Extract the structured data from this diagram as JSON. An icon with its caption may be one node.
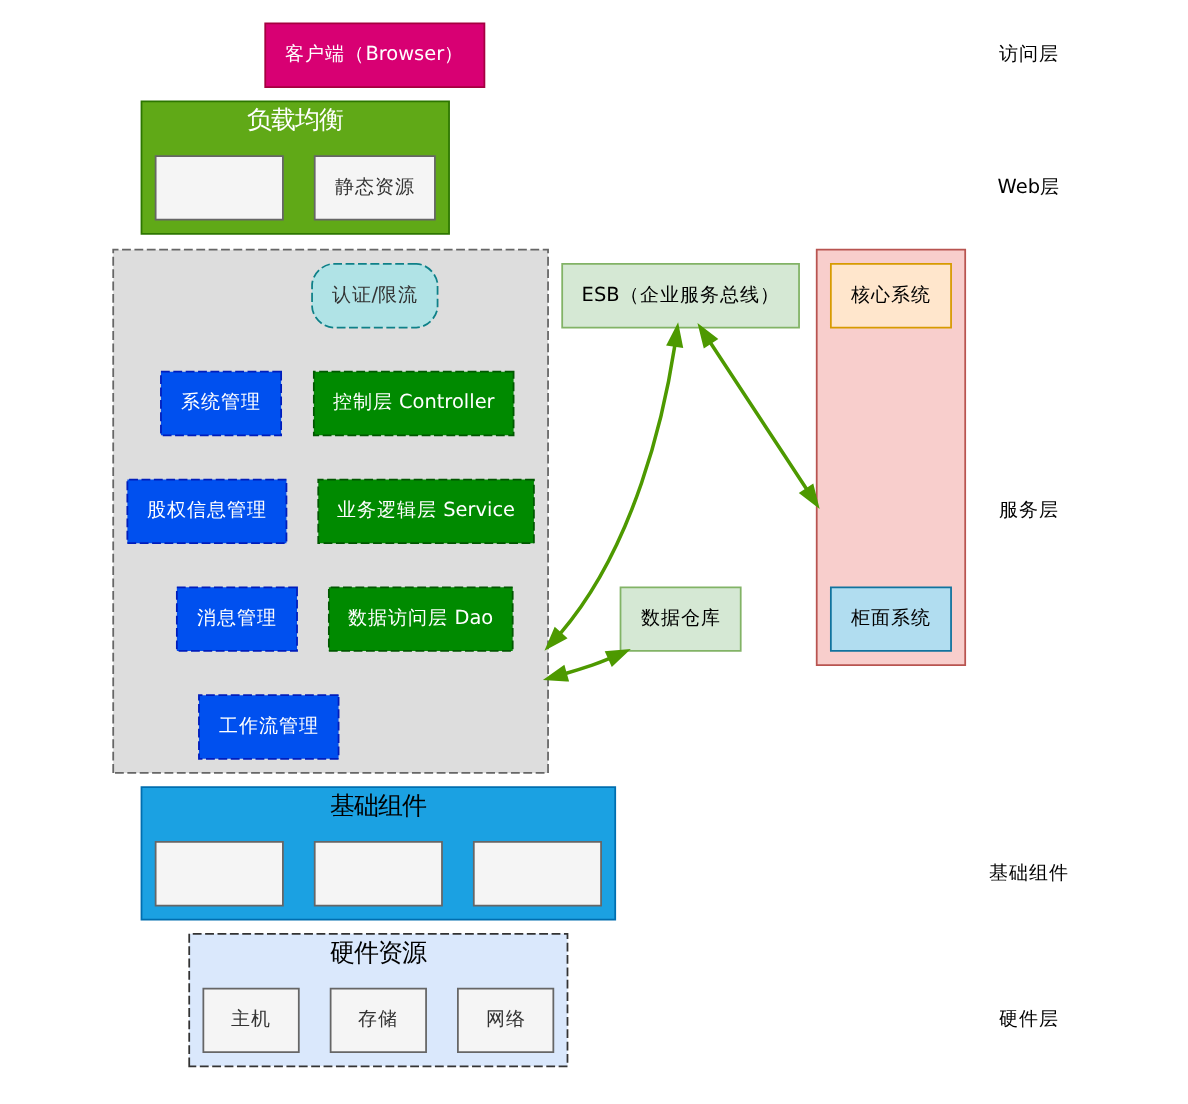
{
  "diagram": {
    "nodes": [
      {
        "text": [
          "客户端（Browser）"
        ]
      },
      {
        "text": [
          "负载均衡"
        ]
      },
      {
        "text": [],
        "shape": "box",
        "in": 1
      },
      {
        "text": [
          "静态资源"
        ],
        "in": 1
      },
      {
        "text": [],
        "shape": "box"
      },
      {
        "text": [
          "认证/限流"
        ],
        "in": 4
      },
      {
        "text": [
          "控制层 Controller"
        ],
        "in": 4
      },
      {
        "text": [
          "业务逻辑层 Service"
        ],
        "in": 4
      },
      {
        "text": [
          "数据访问层 Dao"
        ],
        "in": 4
      },
      {
        "text": [
          "系统管理"
        ],
        "in": 4
      },
      {
        "text": [
          "股权信息管理"
        ],
        "in": 4
      },
      {
        "text": [
          "消息管理"
        ],
        "in": 4
      },
      {
        "text": [
          "工作流管理"
        ],
        "in": 4
      },
      {
        "text": [
          "ESB（企业服务总线）"
        ]
      },
      {
        "text": [
          "数据仓库"
        ]
      },
      {
        "text": [],
        "shape": "box"
      },
      {
        "text": [
          "核心系统"
        ],
        "in": 15
      },
      {
        "text": [
          "柜面系统"
        ],
        "in": 15
      },
      {
        "text": [
          "基础组件"
        ]
      },
      {
        "text": [],
        "shape": "box",
        "in": 18
      },
      {
        "text": [],
        "shape": "box",
        "in": 18
      },
      {
        "text": [],
        "shape": "box",
        "in": 18
      },
      {
        "text": [
          "硬件资源"
        ]
      },
      {
        "text": [
          "主机"
        ],
        "in": 22
      },
      {
        "text": [
          "存储"
        ],
        "in": 22
      },
      {
        "text": [
          "网络"
        ],
        "in": 22
      }
    ],
    "edges": [
      {
        "from": 4,
        "to": 13,
        "arrow": "both"
      },
      {
        "from": 4,
        "to": 14,
        "arrow": "both"
      },
      {
        "from": 13,
        "to": 15,
        "arrow": "both"
      }
    ],
    "labels": [
      "访问层",
      "Web层",
      "服务层",
      "基础组件",
      "硬件层"
    ]
  }
}
